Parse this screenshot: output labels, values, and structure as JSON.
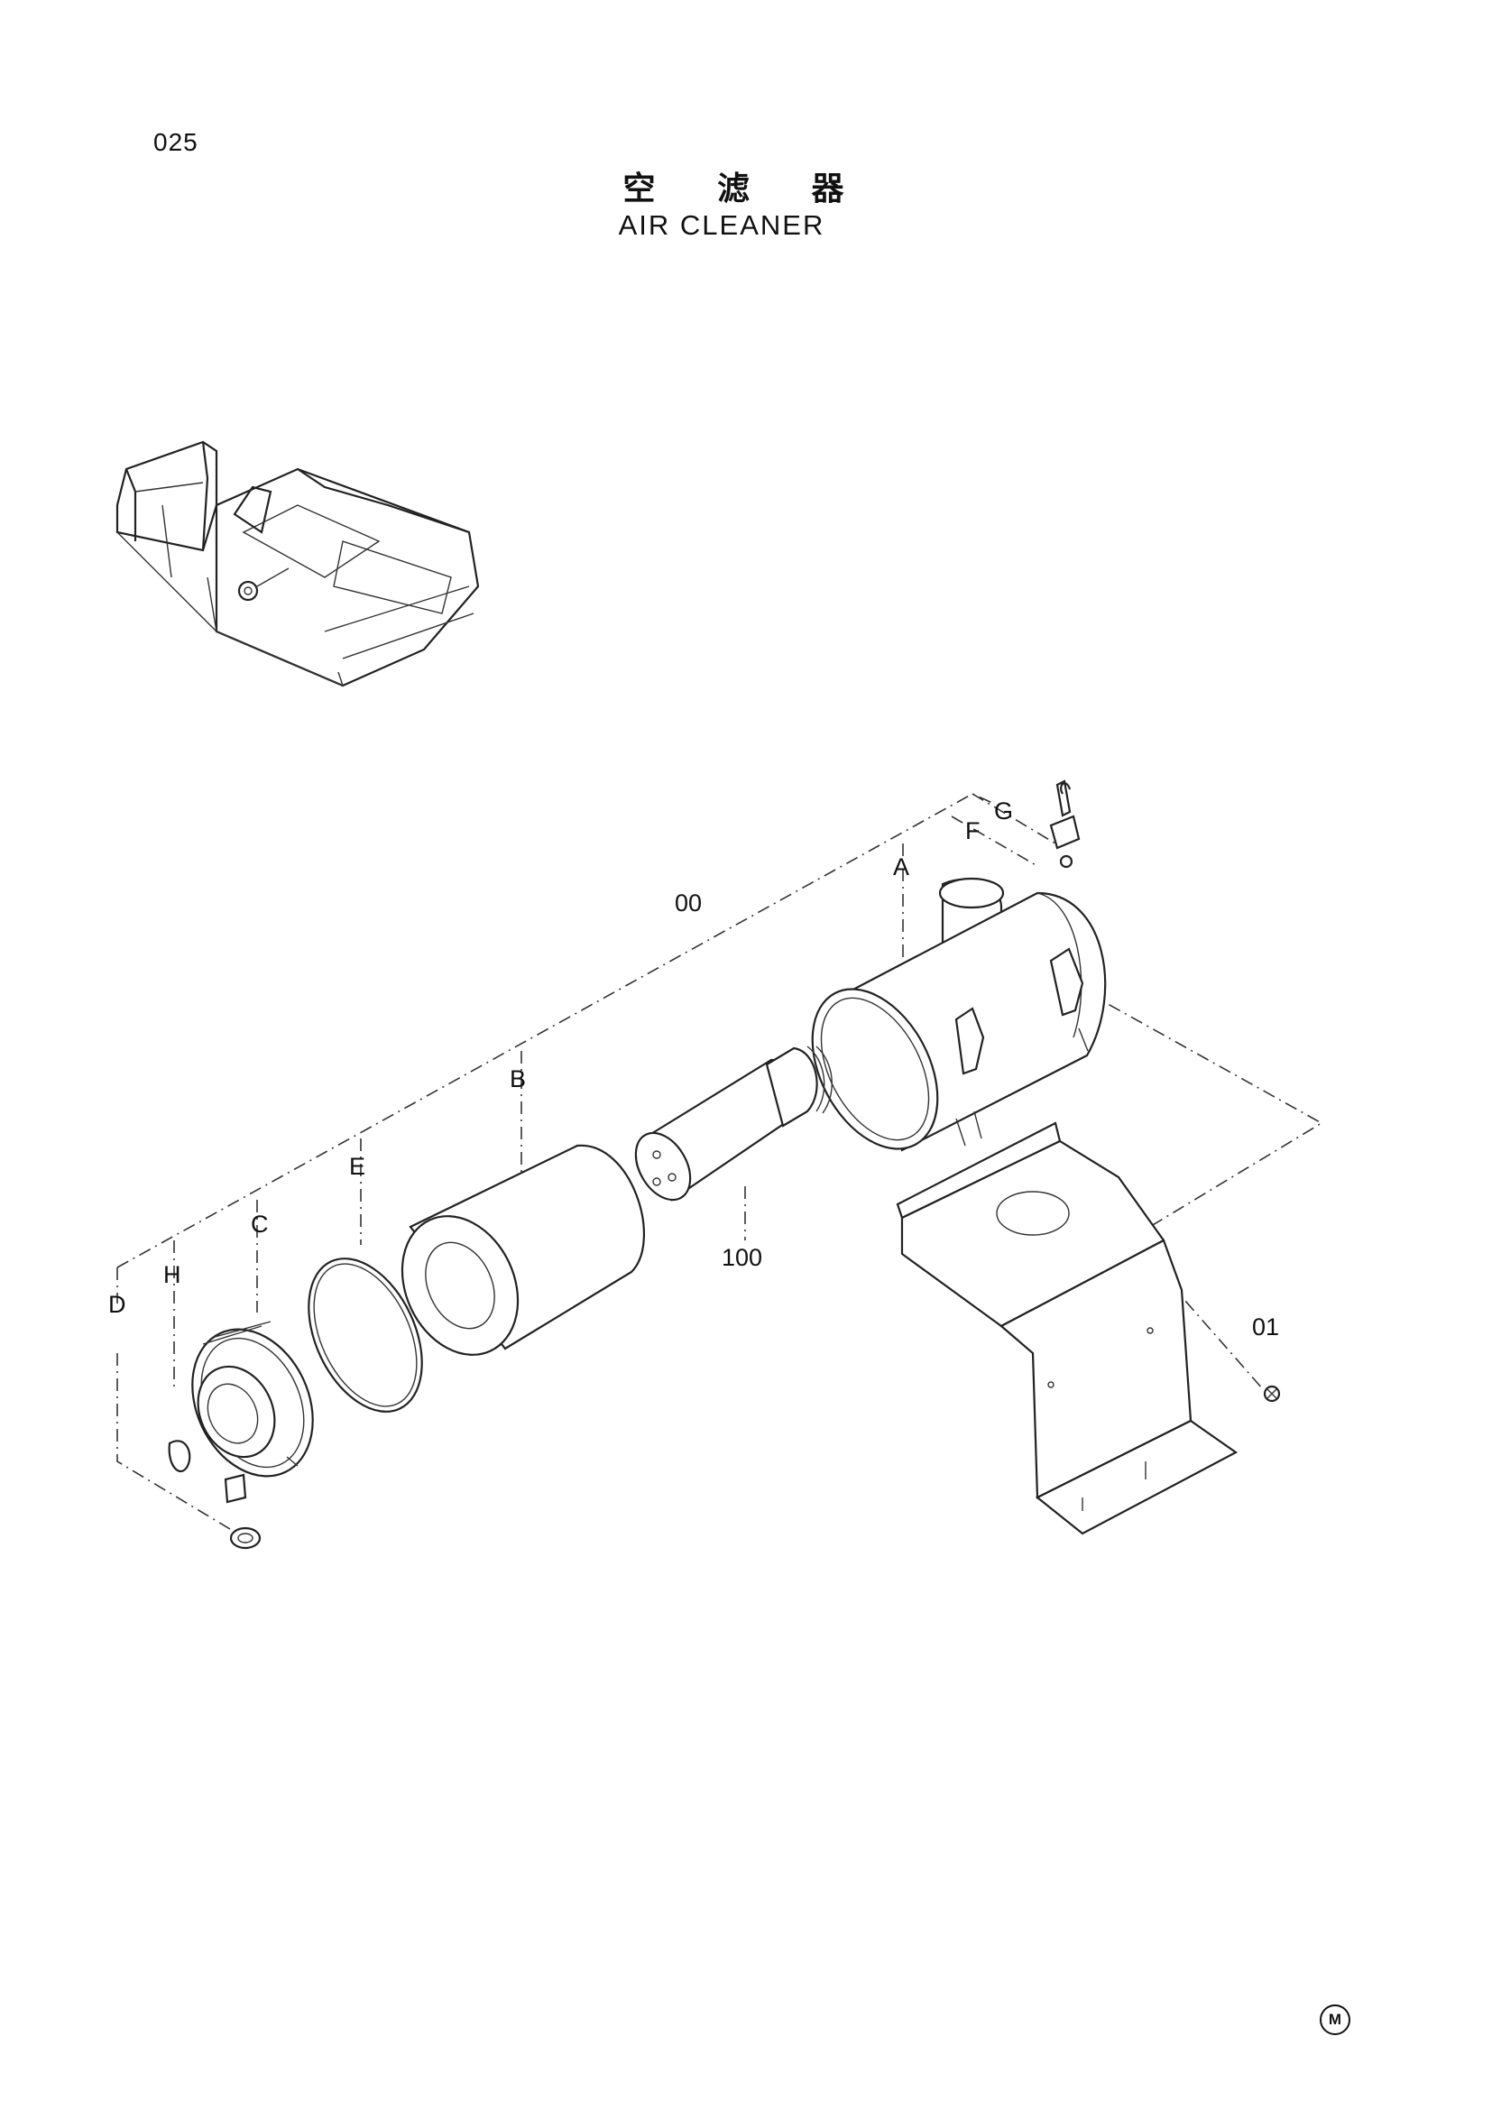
{
  "page": {
    "number": "025",
    "title_cn": "空 滤 器",
    "title_en": "AIR CLEANER",
    "mark": "M"
  },
  "callouts": {
    "assembly": "00",
    "a": "A",
    "b": "B",
    "c": "C",
    "d": "D",
    "e": "E",
    "f": "F",
    "g": "G",
    "h": "H",
    "pipe": "100",
    "bolt": "01"
  }
}
